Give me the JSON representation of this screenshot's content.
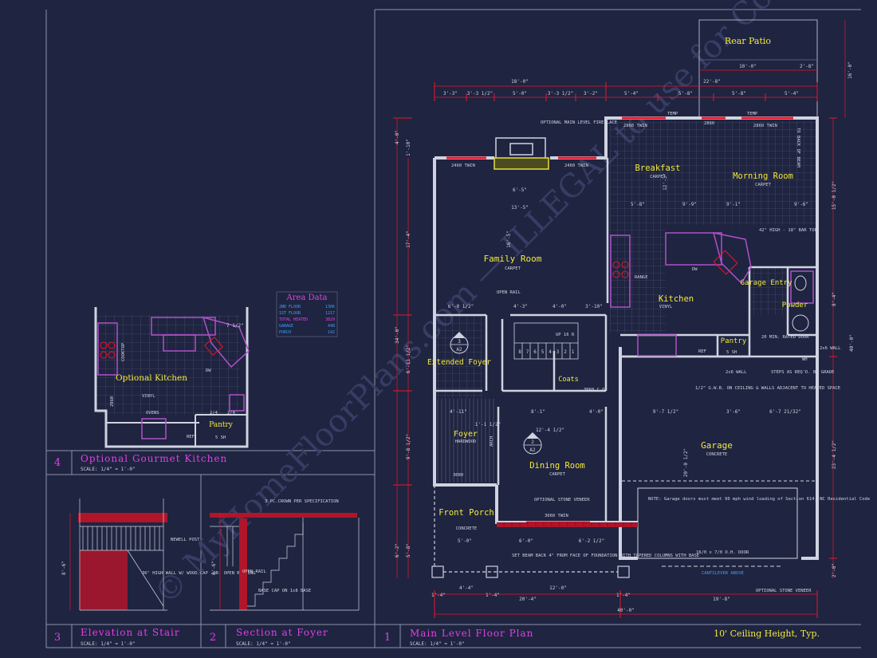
{
  "colors": {
    "background": "#1f2440",
    "linework": "#cfd3e0",
    "dimension": "#e8162c",
    "room_label": "#f3ea3a",
    "title": "#e040e6",
    "grid": "#6b7192",
    "cabinet": "#b050c8",
    "area_table_blue": "#3aa0ff"
  },
  "main_plan": {
    "number": "1",
    "title": "Main Level Floor Plan",
    "scale": "SCALE: 1/4\" = 1'-0\"",
    "ceiling_note": "10' Ceiling Height, Typ.",
    "rooms": {
      "rear_patio": "Rear Patio",
      "breakfast": "Breakfast",
      "breakfast_floor": "CARPET",
      "morning_room": "Morning Room",
      "morning_floor": "CARPET",
      "family_room": "Family Room",
      "family_floor": "CARPET",
      "kitchen": "Kitchen",
      "kitchen_floor": "VINYL",
      "garage_entry": "Garage Entry",
      "powder": "Powder",
      "pantry": "Pantry",
      "extended_foyer": "Extended Foyer",
      "coats": "Coats",
      "foyer": "Foyer",
      "foyer_floor": "HARDWOOD",
      "dining_room": "Dining Room",
      "dining_floor": "CARPET",
      "front_porch": "Front Porch",
      "porch_floor": "CONCRETE",
      "garage": "Garage",
      "garage_floor": "CONCRETE"
    },
    "notes": {
      "fireplace": "OPTIONAL MAIN LEVEL FIREPLACE",
      "bar_top": "42\" HIGH - 18\" BAR TOP",
      "open_rail": "OPEN RAIL",
      "stone_veneer": "OPTIONAL STONE VENEER",
      "stone_veneer_2": "OPTIONAL STONE VENEER",
      "beam": "SET BEAM BACK 4\" FROM FACE OF FOUNDATION WITH TAPERED COLUMNS WITH BASE",
      "gwb": "1/2\" G.W.B. ON CEILING & WALLS ADJACENT TO HEATED SPACE",
      "steps": "STEPS AS REQ'D. BY GRADE",
      "door_20min": "20 MIN. RATED DOOR",
      "wall_2x6": "2x6 WALL",
      "wall_2x6_b": "2x6 WALL",
      "garage_note": "NOTE: Garage doors must meet 90 mph wind loading of Section 614, NC Residential Code",
      "garage_door": "16/0 x 7/0 O.H. DOOR",
      "cantilever": "CANTILEVER ABOVE",
      "to_back_of_beam": "TO BACK OF BEAM",
      "range": "RANGE",
      "dw": "DW",
      "ref": "REF",
      "sh": "5 SH",
      "wh": "WH",
      "temp": "TEMP",
      "temp_2": "TEMP",
      "twin_2460_a": "2460 TWIN",
      "twin_2460_b": "2460 TWIN",
      "twin_2860_a": "2860 TWIN",
      "twin_2860_b": "2860 TWIN",
      "unit_2860": "2860",
      "twin_3060": "3060 TWIN",
      "unit_3080": "3080",
      "co_3060": "3060 C.O.",
      "up_stair": "UP 16 R",
      "arch": "ARCH"
    },
    "dimensions": {
      "top_overall": "18'-0\"",
      "top_overall_2": "22'-8\"",
      "top_a": "3'-3\"",
      "top_b": "3'-3 1/2\"",
      "top_c": "5'-0\"",
      "top_d": "3'-3 1/2\"",
      "top_e": "3'-2\"",
      "top_f": "5'-4\"",
      "top_g": "5'-8\"",
      "top_h": "5'-8\"",
      "top_i": "5'-4\"",
      "patio_w": "10'-0\"",
      "patio_side": "2'-8\"",
      "right_patio": "16'-0\"",
      "bottom_total": "40'-0\"",
      "bottom_a": "20'-4\"",
      "bottom_b": "19'-8\"",
      "bottom_porch": "12'-0\"",
      "bottom_c": "1'-4\"",
      "bottom_d": "4'-4\"",
      "bottom_e": "1'-4\"",
      "bottom_f": "1'-4\"",
      "left_total": "34'-0\"",
      "left_a": "17'-4\"",
      "left_b": "6'-11 1/2\"",
      "left_c": "9'-8 1/2\"",
      "left_d": "6'-2\"",
      "left_e": "5'-8\"",
      "left_f": "4'-0\"",
      "left_g": "1'-10\"",
      "right_total": "40'-0\"",
      "right_a": "15'-0 1/2\"",
      "right_b": "23'-4 1/2\"",
      "right_c": "8'-4\"",
      "right_d": "2'-0\"",
      "family_w": "13'-5\"",
      "family_h": "16'-5\"",
      "fireplace_w": "6'-5\"",
      "kitchen_a": "5'-8\"",
      "kitchen_b": "9'-1\"",
      "kitchen_c": "9'-6\"",
      "foyer_a": "6'-0 1/2\"",
      "foyer_b": "4'-3\"",
      "foyer_c": "4'-0\"",
      "foyer_d": "3'-10\"",
      "foyer_e": "4'-11\"",
      "foyer_f": "8'-1\"",
      "foyer_g": "4'-0\"",
      "dining_w": "12'-4 1/2\"",
      "garage_a": "9'-7 1/2\"",
      "garage_b": "3'-6\"",
      "garage_c": "6'-7 21/32\"",
      "garage_d": "20'-0 1/2\"",
      "porch_a": "5'-0\"",
      "porch_b": "6'-0\"",
      "porch_c": "6'-2 1/2\"",
      "bfast_h": "12'-3\"",
      "mr_a": "9'-9\"",
      "stair_a": "1'-1 1/2\""
    },
    "section_tags": [
      {
        "top": "3",
        "bottom": "A2"
      },
      {
        "top": "2",
        "bottom": "A2"
      }
    ],
    "stair_numbers": [
      "8",
      "7",
      "6",
      "5",
      "4",
      "3",
      "2",
      "1"
    ]
  },
  "area_data": {
    "title": "Area Data",
    "rows": [
      {
        "label": "2ND FLOOR",
        "value": "1306"
      },
      {
        "label": "1ST FLOOR",
        "value": "1217"
      },
      {
        "label": "TOTAL HEATED",
        "value": "3829"
      },
      {
        "label": "GARAGE",
        "value": "448"
      },
      {
        "label": "PORCH",
        "value": "142"
      }
    ]
  },
  "gourmet_kitchen": {
    "number": "4",
    "title": "Optional Gourmet Kitchen",
    "scale": "SCALE: 1/4\" = 1'-0\"",
    "room": "Optional Kitchen",
    "floor": "VINYL",
    "cooktop": "COOKTOP",
    "dw": "DW",
    "ovens": "OVENS",
    "ref": "REF",
    "pantry": "Pantry",
    "sh": "5 SH",
    "dim_a": "7 1/2\"",
    "dim_b": "2860",
    "dim_c": "2/4",
    "dim_d": "2/4"
  },
  "elevation_stair": {
    "number": "3",
    "title": "Elevation at Stair",
    "scale": "SCALE: 1/4\" = 1'-0\"",
    "note_post": "NEWELL POST",
    "note_wall": "36\" HIGH WALL W/ WOOD CAP -OR- OPEN RAILING",
    "dim": "8'-6\""
  },
  "section_foyer": {
    "number": "2",
    "title": "Section at Foyer",
    "scale": "SCALE: 1/4\" = 1'-0\"",
    "note_crown": "3 PC.CROWN PER SPECIFICATION",
    "note_rail": "OPEN RAIL",
    "note_base": "BASE CAP ON 1x8 BASE",
    "dim": "8'-6\""
  },
  "watermark": "© MyHomeFloorPlans.com — ILLEGAL to use for Construction"
}
